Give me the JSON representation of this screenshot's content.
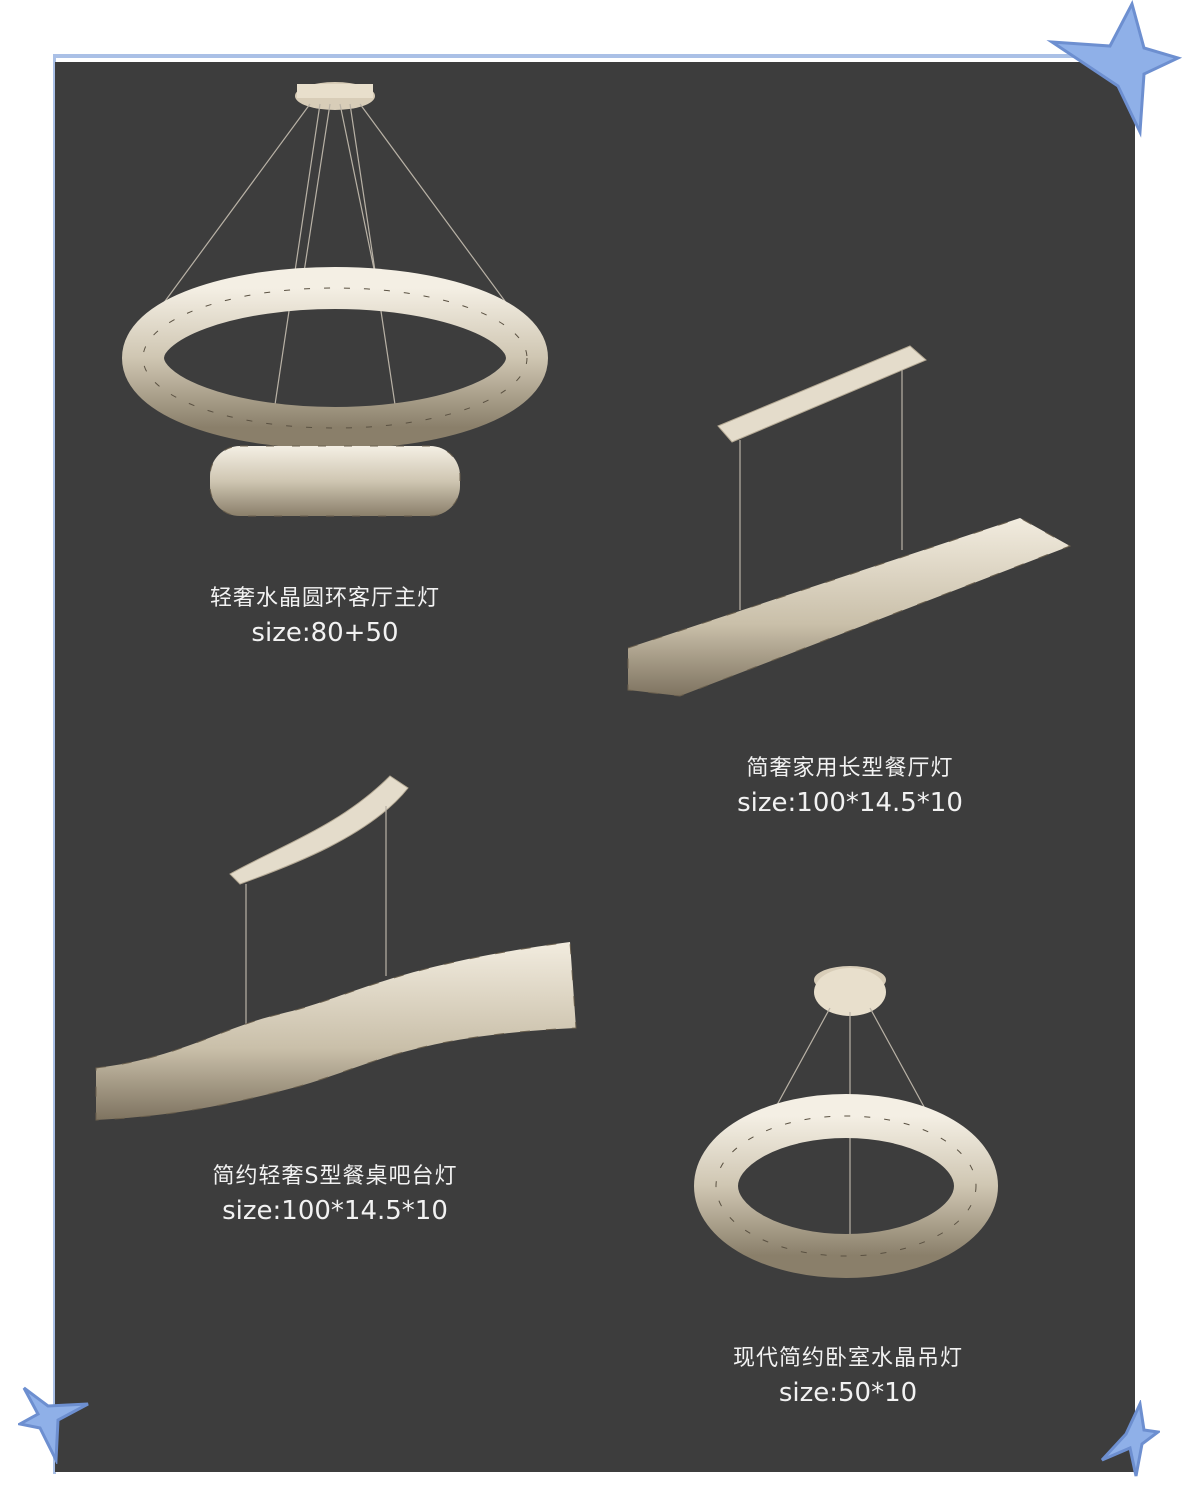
{
  "colors": {
    "panel_bg": "#3d3d3d",
    "frame_accent": "#aac0e6",
    "star_fill": "#8fb0e8",
    "caption_text": "#f2f2f2"
  },
  "products": [
    {
      "name": "轻奢水晶圆环客厅主灯",
      "size": "size:80+50"
    },
    {
      "name": "简奢家用长型餐厅灯",
      "size": "size:100*14.5*10"
    },
    {
      "name": "简约轻奢S型餐桌吧台灯",
      "size": "size:100*14.5*10"
    },
    {
      "name": "现代简约卧室水晶吊灯",
      "size": "size:50*10"
    }
  ],
  "decorations": [
    "star-icon",
    "star-icon",
    "star-icon"
  ]
}
